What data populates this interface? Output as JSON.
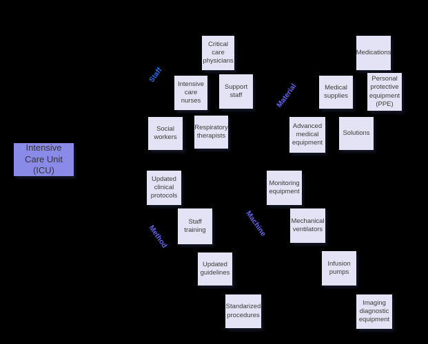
{
  "diagram": {
    "root": {
      "label": "Intensive Care Unit (ICU)"
    },
    "category_labels": [
      {
        "id": "staff",
        "label": "Staff",
        "color": "#1d70e8"
      },
      {
        "id": "material",
        "label": "Material",
        "color": "#6464ee"
      },
      {
        "id": "method",
        "label": "Method",
        "color": "#6464ee"
      },
      {
        "id": "machine",
        "label": "Machine",
        "color": "#6464ee"
      }
    ],
    "nodes": [
      {
        "label": "Critical care physicians"
      },
      {
        "label": "Medications"
      },
      {
        "label": "Intensive care nurses"
      },
      {
        "label": "Support staff"
      },
      {
        "label": "Medical supplies"
      },
      {
        "label": "Personal protective equipment (PPE)"
      },
      {
        "label": "Social workers"
      },
      {
        "label": "Respiratory therapists"
      },
      {
        "label": "Advanced medical equipment"
      },
      {
        "label": "Solutions"
      },
      {
        "label": "Updated clinical protocols"
      },
      {
        "label": "Monitoring equipment"
      },
      {
        "label": "Staff training"
      },
      {
        "label": "Mechanical ventilators"
      },
      {
        "label": "Updated guidelines"
      },
      {
        "label": "Infusion pumps"
      },
      {
        "label": "Standarized procedures"
      },
      {
        "label": "Imaging diagnostic equipment"
      }
    ]
  },
  "colors": {
    "background": "#000000",
    "node_fill": "#e3e3f5",
    "root_fill": "#8a8ae8",
    "node_text": "#3b3b3b",
    "staff_label_color": "#1d70e8",
    "category_label_color": "#6464ee"
  }
}
